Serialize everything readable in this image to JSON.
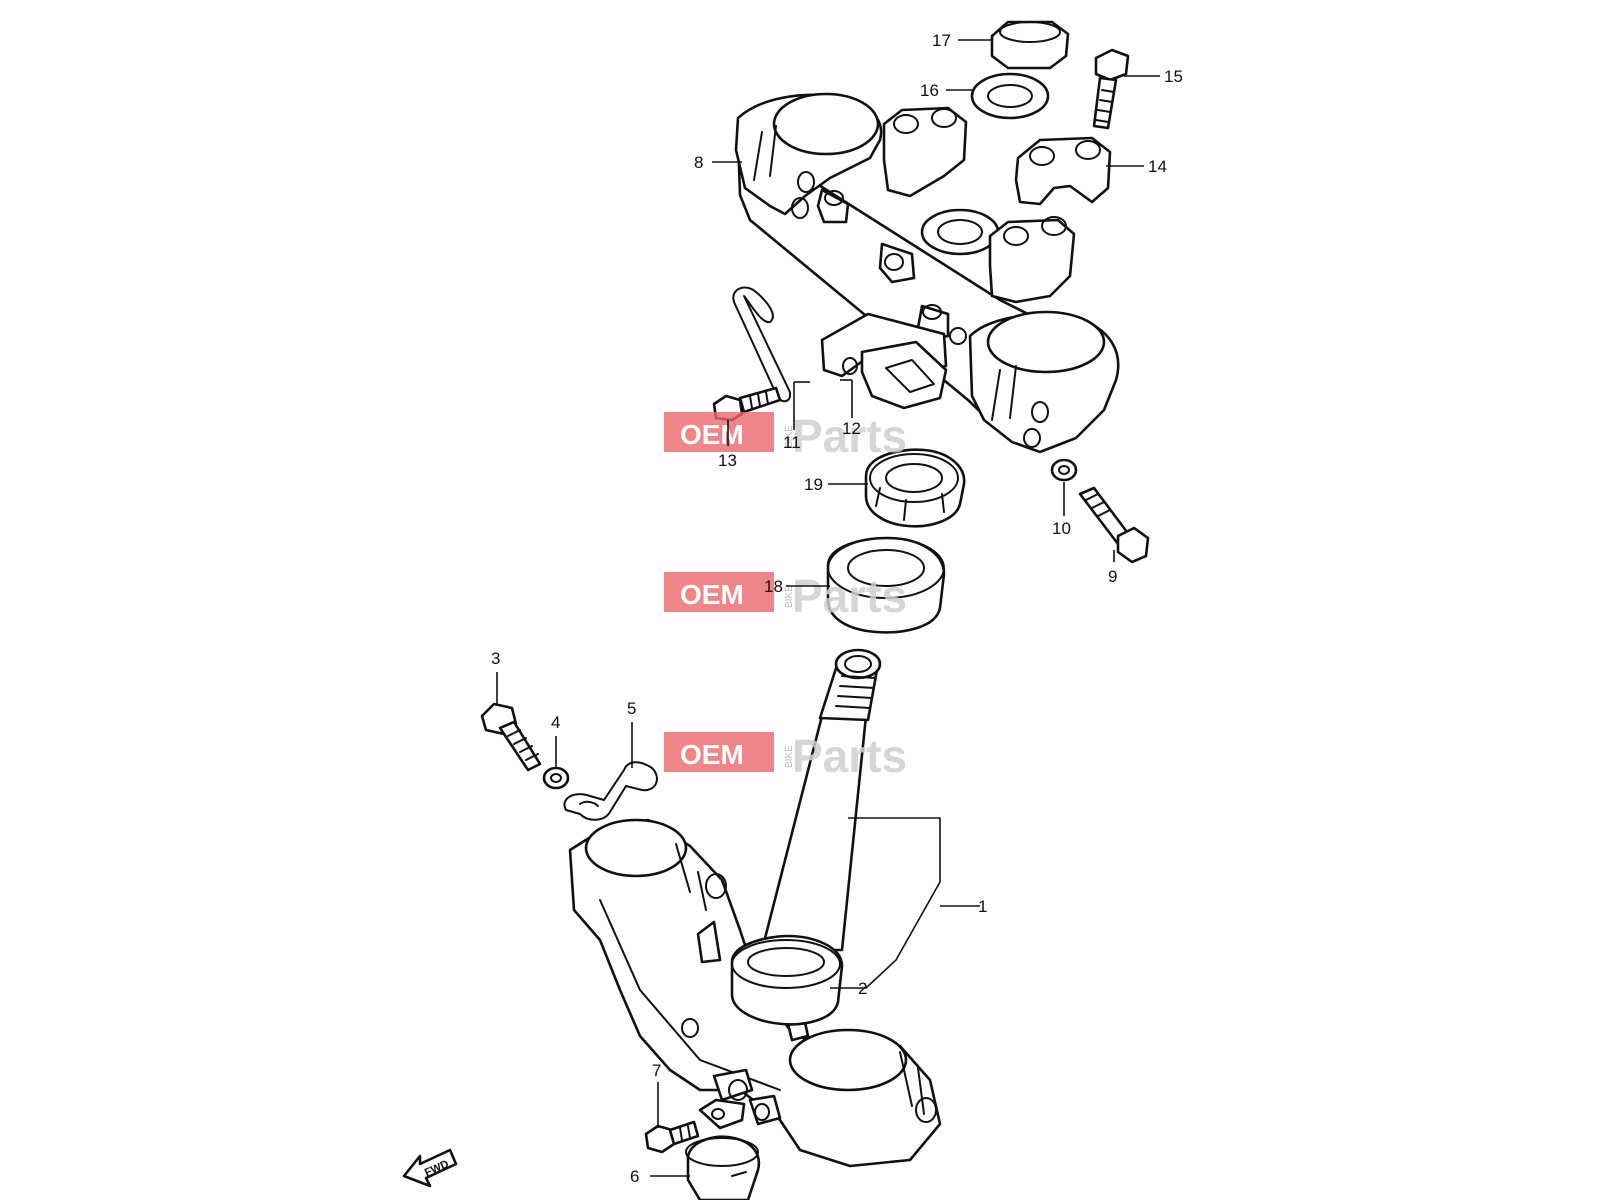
{
  "callouts": {
    "c1": "1",
    "c2": "2",
    "c3": "3",
    "c4": "4",
    "c5": "5",
    "c6": "6",
    "c7": "7",
    "c8": "8",
    "c9": "9",
    "c10": "10",
    "c11": "11",
    "c12": "12",
    "c13": "13",
    "c14": "14",
    "c15": "15",
    "c16": "16",
    "c17": "17",
    "c18": "18",
    "c19": "19"
  },
  "watermark": {
    "brand_left": "OEM",
    "brand_small": "BIKE",
    "brand_right": "Parts"
  },
  "fwd_label": "FWD"
}
